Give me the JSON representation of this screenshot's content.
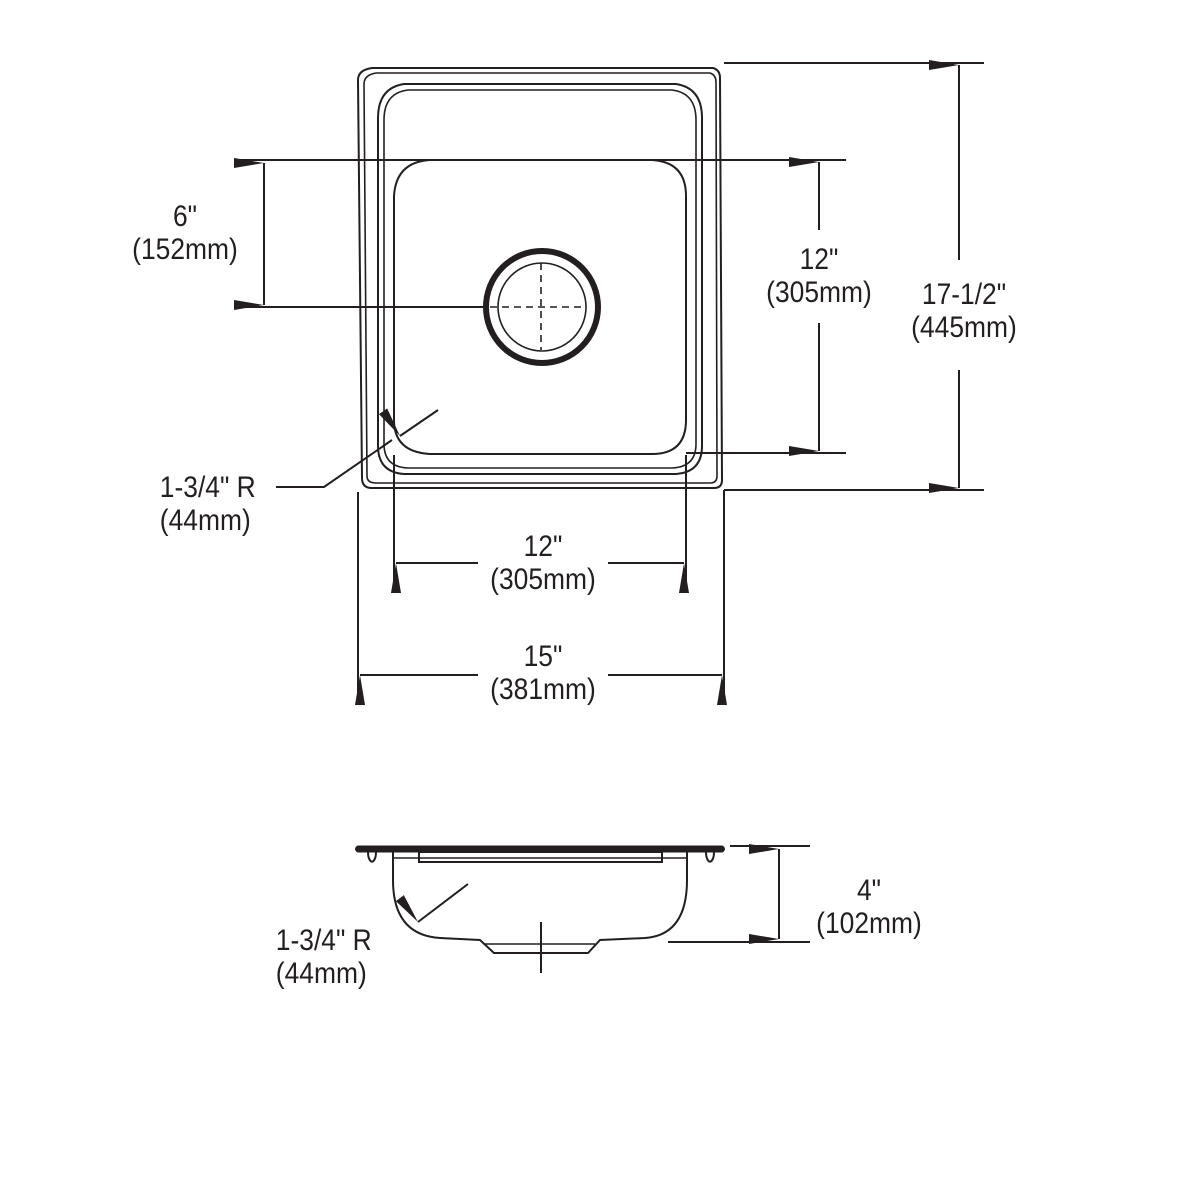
{
  "drawing": {
    "colors": {
      "line": "#231f20",
      "background": "#ffffff"
    },
    "top_view": {
      "drain_offset": {
        "imperial": "6\"",
        "metric": "(152mm)"
      },
      "bowl_length": {
        "imperial": "12\"",
        "metric": "(305mm)"
      },
      "overall_length": {
        "imperial": "17-1/2\"",
        "metric": "(445mm)"
      },
      "corner_radius": {
        "imperial": "1-3/4\" R",
        "metric": "(44mm)"
      },
      "bowl_width": {
        "imperial": "12\"",
        "metric": "(305mm)"
      },
      "overall_width": {
        "imperial": "15\"",
        "metric": "(381mm)"
      }
    },
    "side_view": {
      "corner_radius": {
        "imperial": "1-3/4\" R",
        "metric": "(44mm)"
      },
      "depth": {
        "imperial": "4\"",
        "metric": "(102mm)"
      }
    }
  }
}
